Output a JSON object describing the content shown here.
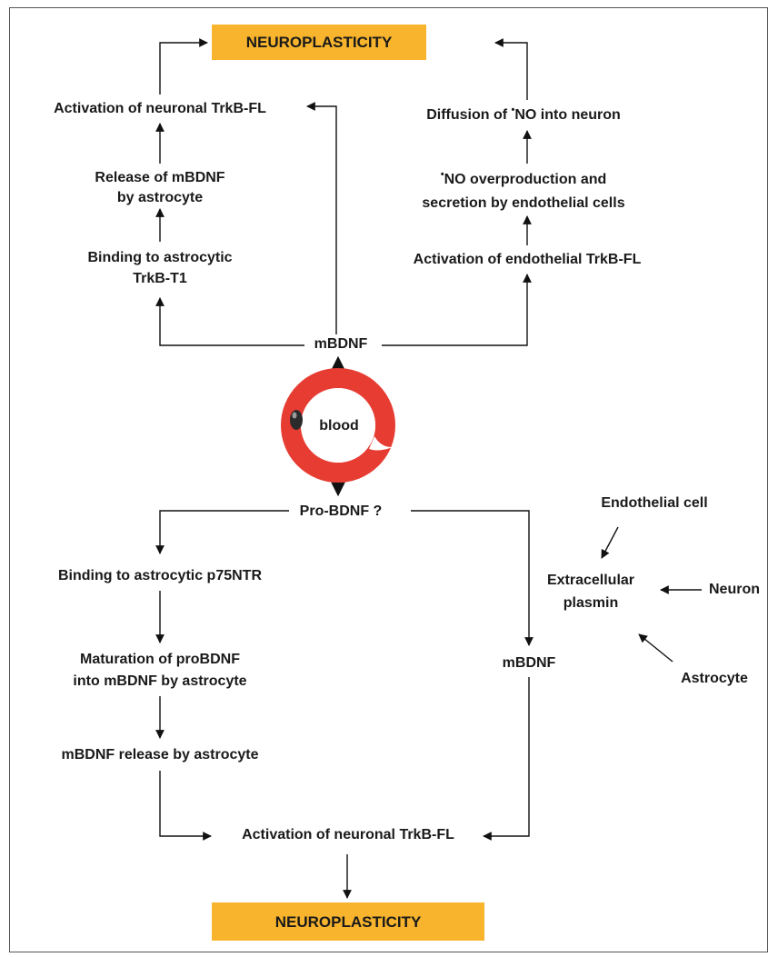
{
  "top_box": "NEUROPLASTICITY",
  "bottom_box": "NEUROPLASTICITY",
  "box_color": "#f7b42c",
  "vessel_color": "#e63c32",
  "upper": {
    "left": {
      "activation": "Activation of neuronal TrkB-FL",
      "release_1": "Release of mBDNF",
      "release_2": "by astrocyte",
      "binding_1": "Binding to astrocytic",
      "binding_2": "TrkB-T1"
    },
    "right": {
      "diffusion_pre": "Diffusion of ",
      "diffusion_dot": "•",
      "diffusion_post": "NO into neuron",
      "no_dot": "•",
      "no_line1": "NO overproduction and",
      "no_line2": "secretion by endothelial cells",
      "activation": "Activation of endothelial TrkB-FL"
    },
    "center": "mBDNF"
  },
  "vessel": {
    "label": "blood"
  },
  "lower": {
    "center": "Pro-BDNF ?",
    "left": {
      "binding": "Binding to astrocytic  p75NTR",
      "maturation_1": "Maturation of proBDNF",
      "maturation_2": "into mBDNF by astrocyte",
      "release": "mBDNF release by astrocyte"
    },
    "right": {
      "mbdnf": "mBDNF",
      "endothelial": "Endothelial cell",
      "plasmin_1": "Extracellular",
      "plasmin_2": "plasmin",
      "neuron": "Neuron",
      "astrocyte": "Astrocyte"
    },
    "activation": "Activation of neuronal TrkB-FL"
  }
}
